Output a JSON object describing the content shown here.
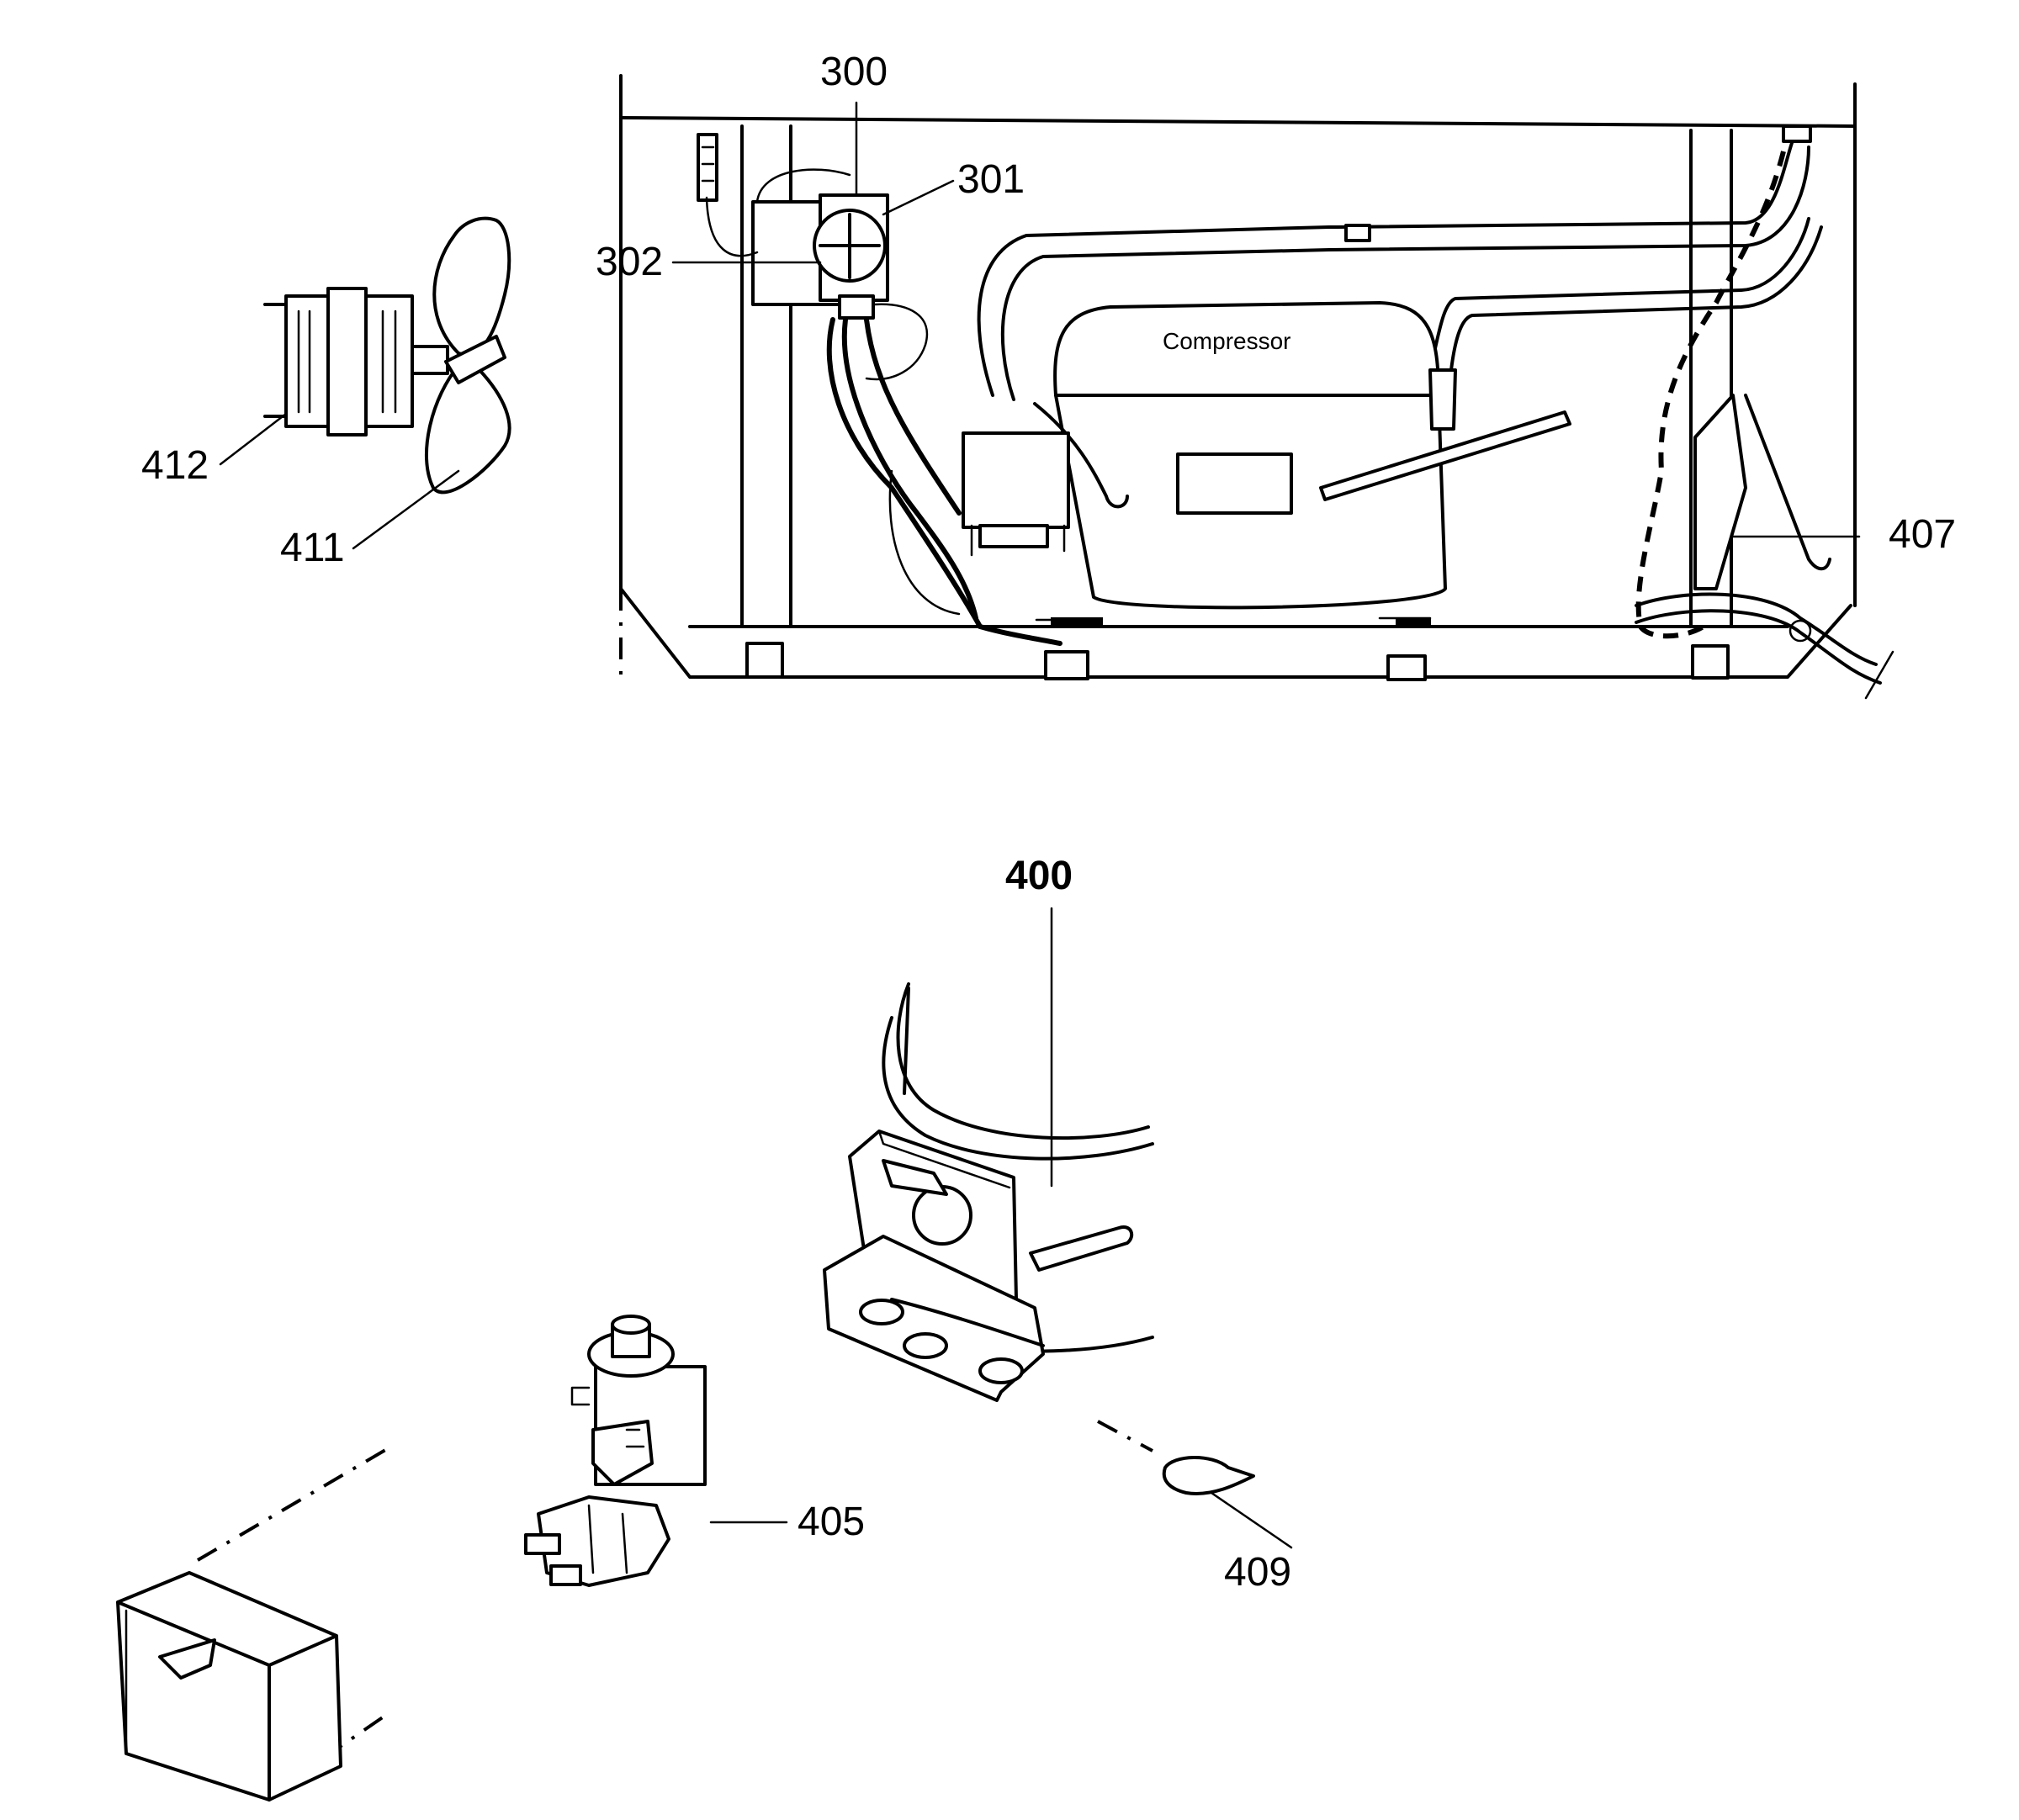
{
  "diagram": {
    "compressor_text": "Compressor",
    "labels": {
      "p300": "300",
      "p301": "301",
      "p302": "302",
      "p400": "400",
      "p405": "405",
      "p407": "407",
      "p409": "409",
      "p411": "411",
      "p412": "412"
    }
  }
}
